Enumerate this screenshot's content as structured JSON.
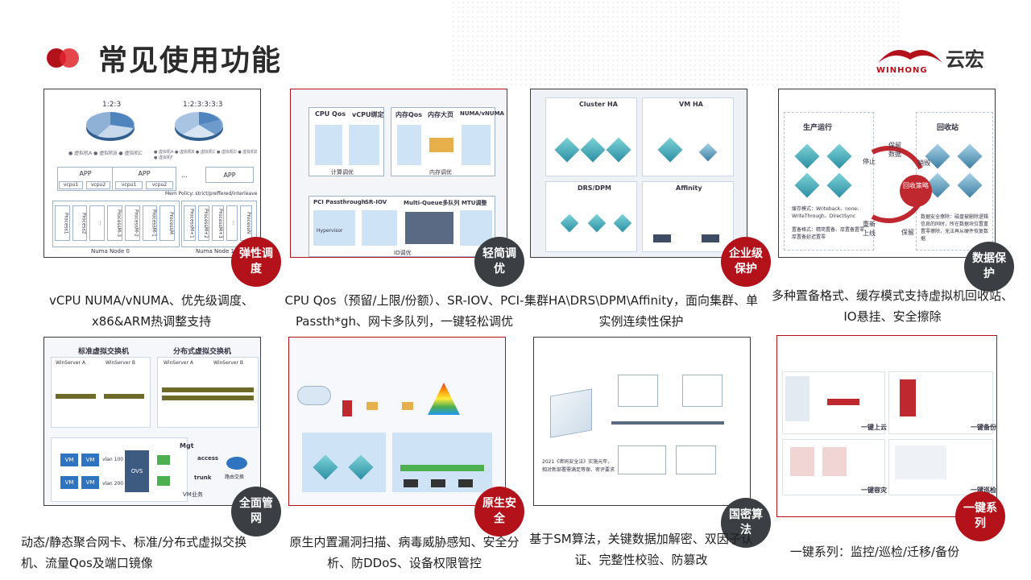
{
  "header": {
    "title": "常见使用功能",
    "logo_cn": "云宏",
    "logo_en": "WINHONG"
  },
  "colors": {
    "accent": "#b3121b",
    "badge_dark": "#3b3f44"
  },
  "features": [
    {
      "badge": "弹性调度",
      "caption": "vCPU NUMA/vNUMA、优先级调度、x86&ARM热调整支持"
    },
    {
      "badge": "轻简调优",
      "caption": "CPU Qos（预留/上限/份额）、SR-IOV、PCI-Passth*gh、网卡多队列，一键轻松调优"
    },
    {
      "badge": "企业级保护",
      "caption": "集群HA\\DRS\\DPM\\Affinity，面向集群、单实例连续性保护"
    },
    {
      "badge": "数据保护",
      "caption": "多种置备格式、缓存模式支持虚拟机回收站、IO悬挂、安全擦除"
    },
    {
      "badge": "全面管网",
      "caption": "动态/静态聚合网卡、标准/分布式虚拟交换机、流量Qos及端口镜像"
    },
    {
      "badge": "原生安全",
      "caption": "原生内置漏洞扫描、病毒威胁感知、安全分析、防DDoS、设备权限管控"
    },
    {
      "badge": "国密算法",
      "caption": "基于SM算法，关键数据加解密、双因子认证、完整性校验、防篡改"
    },
    {
      "badge": "一键系列",
      "caption": "一键系列：监控/巡检/迁移/备份"
    }
  ],
  "p1": {
    "pie1": "1:2:3",
    "pie2": "1:2:3:3:3:3",
    "legend1": "● 虚拟机A  ● 虚拟机B  ● 虚拟机C",
    "legend2": "● 虚拟机A ● 虚拟机B ● 虚拟机C ● 虚拟机D ● 虚拟机E ● 虚拟机F",
    "app": "APP",
    "vcpu1": "vcpu1",
    "vcpu2": "vcpu2",
    "ellipsis": "...",
    "policy": "Mem Policy: strict/preffered/interleave",
    "procs_a": [
      "Process1",
      "Process2",
      "...",
      "ProcessM-3",
      "ProcessM-2",
      "ProcessM-1",
      "ProcessM"
    ],
    "procs_b": [
      "ProcessM+1",
      "ProcessM+2",
      "ProcessM+3",
      "...",
      "ProcessN"
    ],
    "node0": "Numa Node 0",
    "node1": "Numa Node 1"
  },
  "p2": {
    "t1": "CPU Qos",
    "t2": "vCPU绑定",
    "t3": "内存Qos",
    "t4": "内存大页",
    "t5": "NUMA/vNUMA",
    "t6": "PCI Passthrough",
    "t7": "SR-IOV",
    "t8": "Multi-Queue多队列",
    "t9": "MTU调整",
    "f1": "计算调优",
    "f2": "内存调优",
    "f3": "IO调优",
    "hv": "Hypervisor"
  },
  "p3": {
    "t1": "Cluster HA",
    "t2": "VM HA",
    "t3": "DRS/DPM",
    "t4": "Affinity"
  },
  "p4": {
    "run": "生产运行",
    "recycle": "回收站",
    "stop": "停止",
    "keep": "保留数据",
    "destroy": "销毁",
    "restart": "重新上线",
    "preserve": "保留",
    "center": "回收策略",
    "cache": "缓存模式：Writeback、none、WriteThrough、DirectSync",
    "prov": "置备格式：精简置备、厚置备置零、厚置备延迟置零",
    "erase": "数据安全擦除：磁盘被删除逻辑信息的同时，所在数据块位置重置零擦除，无法再从硬件恢复数据"
  },
  "p5": {
    "std": "标准虚拟交换机",
    "dist": "分布式虚拟交换机",
    "ws": [
      "WinServer A",
      "WinServer B",
      "WinServer A",
      "WinServer B"
    ],
    "vm": "VM",
    "vlan100": "vlan 100",
    "vlan200": "vlan 200",
    "mgt": "Mgt",
    "access": "access",
    "trunk": "trunk",
    "ovs": "OVS",
    "router": "路由交换",
    "vm_biz": "VM业务"
  },
  "p7": {
    "text": "2021《密码安全法》实施元年，相对新部署需满足等保、密评要求"
  },
  "p8": {
    "l1": "一键上云",
    "l2": "一键备份",
    "l3": "一键容灾",
    "l4": "一键巡检"
  }
}
